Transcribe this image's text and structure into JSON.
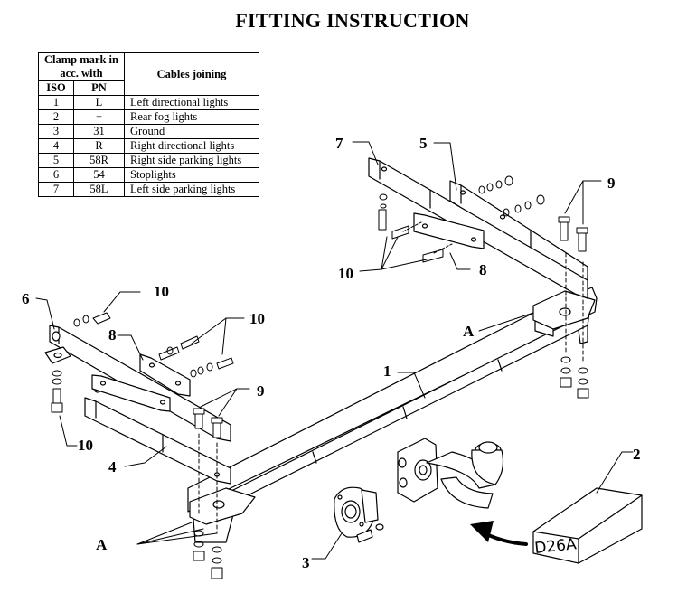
{
  "title": "FITTING INSTRUCTION",
  "table": {
    "header_clamp": "Clamp mark in acc. with",
    "header_iso": "ISO",
    "header_pn": "PN",
    "header_cables": "Cables joining",
    "rows": [
      {
        "iso": "1",
        "pn": "L",
        "desc": "Left directional lights"
      },
      {
        "iso": "2",
        "pn": "+",
        "desc": "Rear fog lights"
      },
      {
        "iso": "3",
        "pn": "31",
        "desc": "Ground"
      },
      {
        "iso": "4",
        "pn": "R",
        "desc": "Right directional lights"
      },
      {
        "iso": "5",
        "pn": "58R",
        "desc": "Right side parking lights"
      },
      {
        "iso": "6",
        "pn": "54",
        "desc": "Stoplights"
      },
      {
        "iso": "7",
        "pn": "58L",
        "desc": "Left side parking lights"
      }
    ]
  },
  "labels": {
    "part_1": "1",
    "part_2": "2",
    "part_3": "3",
    "part_4": "4",
    "part_5": "5",
    "part_6": "6",
    "part_7": "7",
    "part_8_right": "8",
    "part_8_left": "8",
    "part_9_right": "9",
    "part_9_left": "9",
    "part_10_top_left": "10",
    "part_10_mid_left": "10",
    "part_10_bottom_left": "10",
    "part_10_right": "10",
    "point_a_right": "A",
    "point_a_left": "A"
  },
  "box_code": "D26A"
}
